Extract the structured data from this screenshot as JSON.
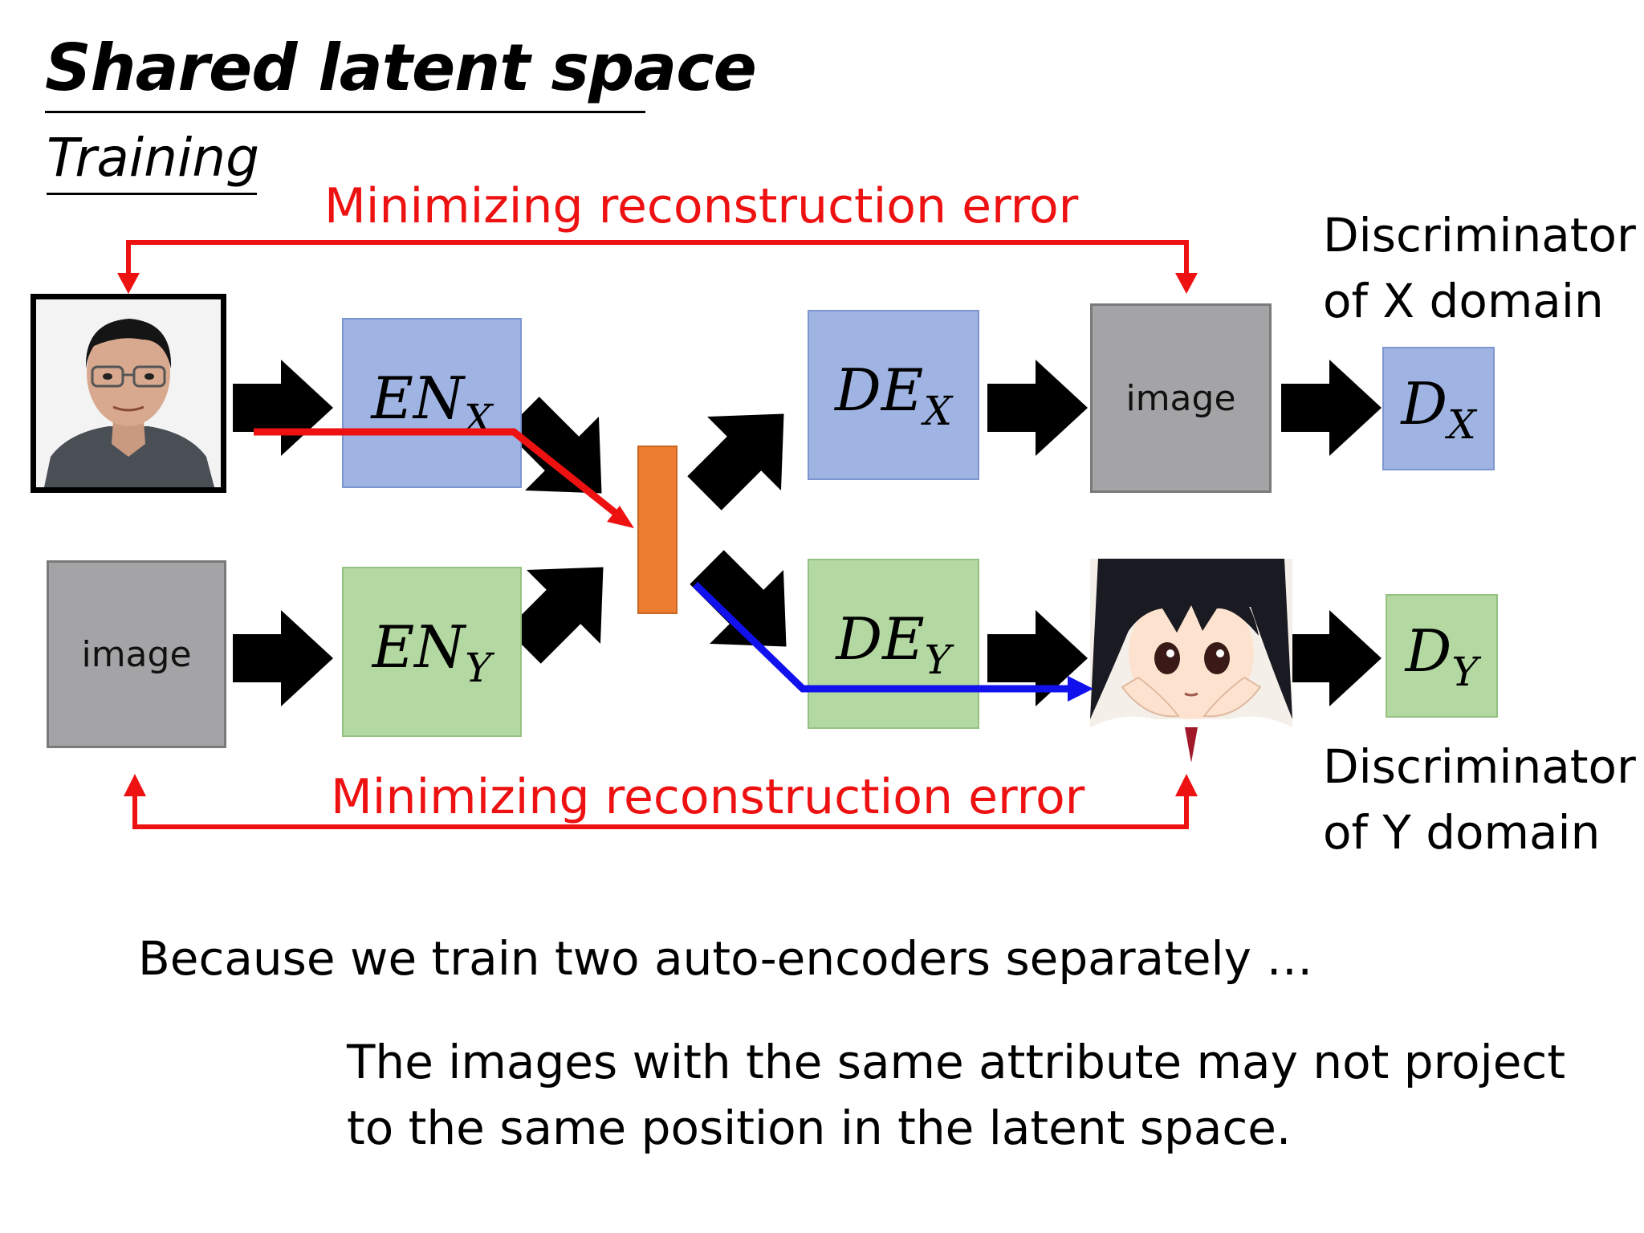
{
  "title": "Shared latent space",
  "subtitle": "Training",
  "top_arrow_label": "Minimizing reconstruction error",
  "bottom_arrow_label": "Minimizing reconstruction error",
  "encoders": {
    "x": {
      "main": "EN",
      "sub": "X"
    },
    "y": {
      "main": "EN",
      "sub": "Y"
    }
  },
  "decoders": {
    "x": {
      "main": "DE",
      "sub": "X"
    },
    "y": {
      "main": "DE",
      "sub": "Y"
    }
  },
  "discriminators": {
    "x": {
      "main": "D",
      "sub": "X",
      "caption_line1": "Discriminator",
      "caption_line2": "of X domain"
    },
    "y": {
      "main": "D",
      "sub": "Y",
      "caption_line1": "Discriminator",
      "caption_line2": "of Y domain"
    }
  },
  "image_boxes": {
    "x_output": "image",
    "y_input": "image"
  },
  "caption": "Because we train two auto-encoders separately …",
  "conclusion_line1": "The images with the same attribute may not project",
  "conclusion_line2": "to the same position in the latent space.",
  "colors": {
    "encoder_x": "#9fb4e2",
    "encoder_y": "#b4d8a2",
    "latent": "#ed7d31",
    "reconstruction_arrow": "#ee1111",
    "x_path": "#ee1111",
    "y_path": "#1111ee"
  }
}
